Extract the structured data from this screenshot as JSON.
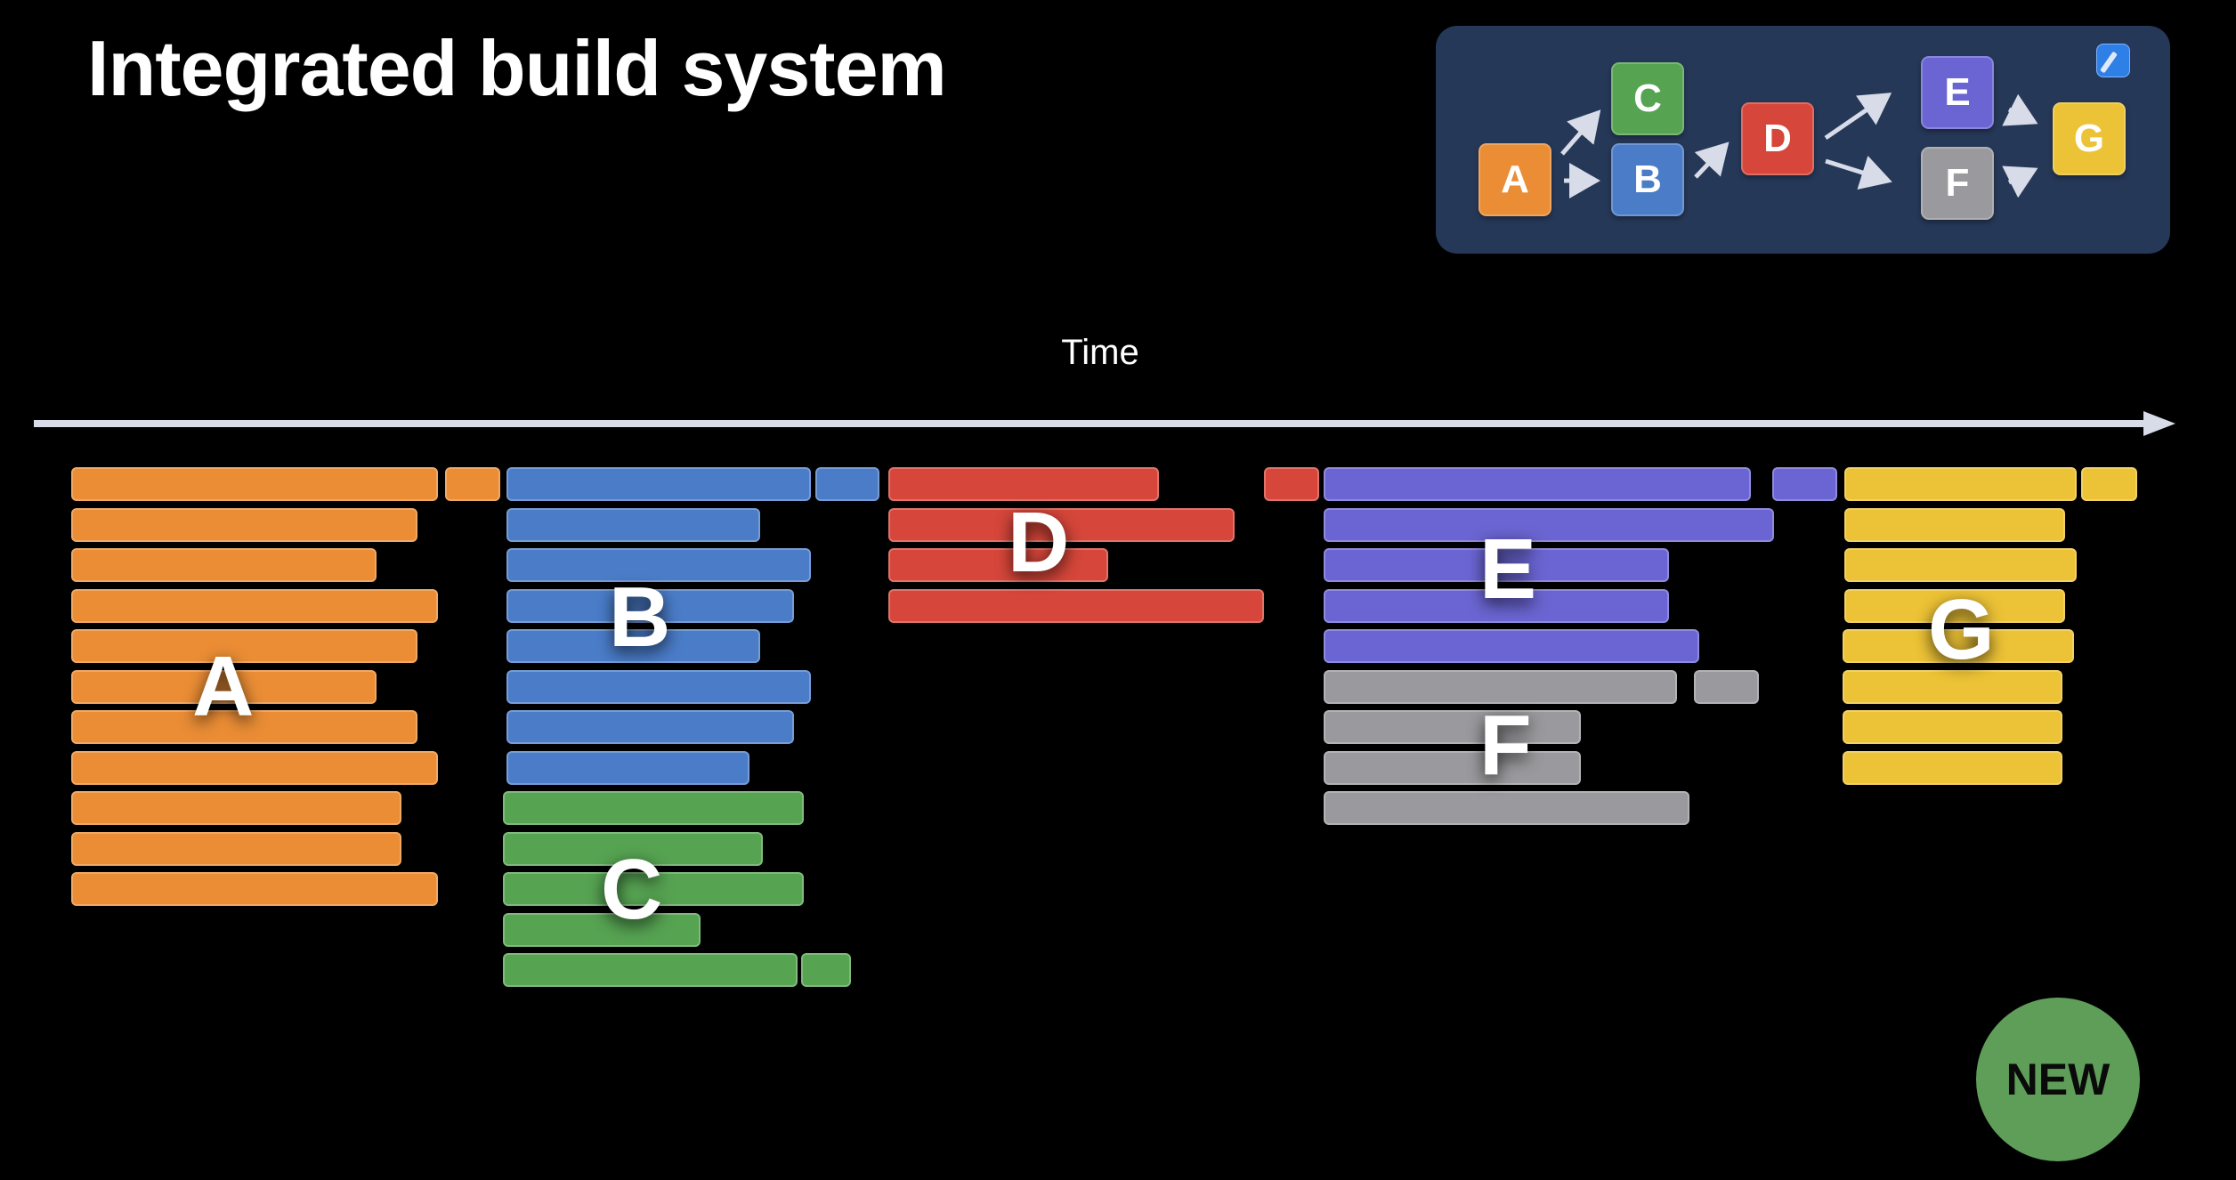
{
  "title": "Integrated build system",
  "time_label": "Time",
  "badge": "NEW",
  "colors": {
    "A": "#ea8d35",
    "B": "#4a7cc8",
    "C": "#56a352",
    "D": "#d6463a",
    "E": "#6a65d2",
    "F": "#9a9a9e",
    "G": "#ecc236",
    "panel": "#263858",
    "axis": "#d8dce8",
    "badge": "#5f9e58"
  },
  "dependency_graph": {
    "nodes": [
      "A",
      "B",
      "C",
      "D",
      "E",
      "F",
      "G"
    ],
    "edges": [
      [
        "A",
        "C"
      ],
      [
        "A",
        "B"
      ],
      [
        "B",
        "D"
      ],
      [
        "D",
        "E"
      ],
      [
        "D",
        "F"
      ],
      [
        "E",
        "G"
      ],
      [
        "F",
        "G"
      ]
    ],
    "icon": "xcode-icon"
  },
  "targets": [
    "A",
    "B",
    "C",
    "D",
    "E",
    "F",
    "G"
  ]
}
